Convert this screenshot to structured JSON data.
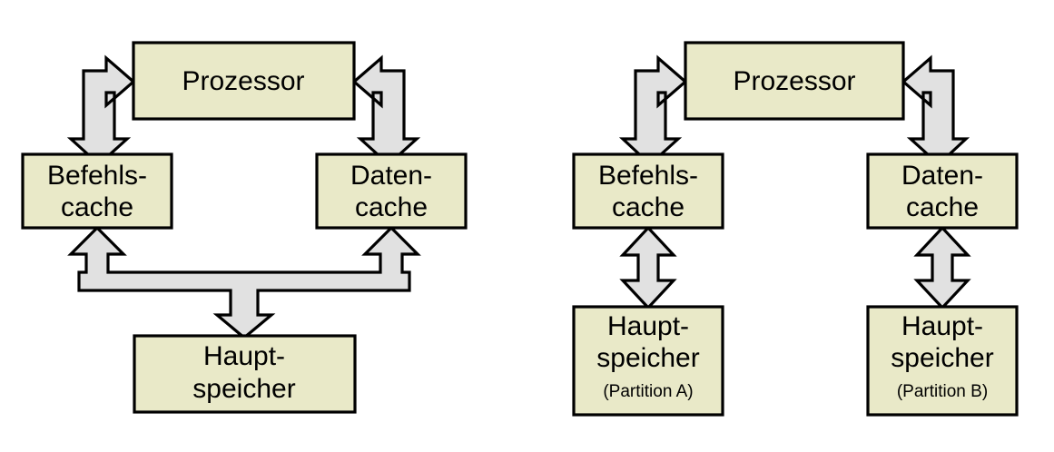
{
  "figure": {
    "type": "block-diagram",
    "background_color": "#ffffff",
    "box_fill_color": "#e9e9c8",
    "box_border_color": "#000000",
    "arrow_fill_color": "#e1e1e1",
    "arrow_border_color": "#000000"
  },
  "left_diagram": {
    "name": "harvard-architecture-shared-main-memory",
    "processor": {
      "label": "Prozessor"
    },
    "instruction_cache": {
      "line1": "Befehls-",
      "line2": "cache"
    },
    "data_cache": {
      "line1": "Daten-",
      "line2": "cache"
    },
    "main_memory": {
      "line1": "Haupt-",
      "line2": "speicher"
    },
    "connectors": [
      {
        "name": "processor-to-instruction-cache",
        "style": "bidirectional-elbow"
      },
      {
        "name": "processor-to-data-cache",
        "style": "bidirectional-elbow"
      },
      {
        "name": "caches-to-main-memory-bus",
        "style": "three-headed-bus"
      }
    ]
  },
  "right_diagram": {
    "name": "harvard-architecture-partitioned-main-memory",
    "processor": {
      "label": "Prozessor"
    },
    "instruction_cache": {
      "line1": "Befehls-",
      "line2": "cache"
    },
    "data_cache": {
      "line1": "Daten-",
      "line2": "cache"
    },
    "main_memory_a": {
      "line1": "Haupt-",
      "line2": "speicher",
      "line3": "(Partition A)"
    },
    "main_memory_b": {
      "line1": "Haupt-",
      "line2": "speicher",
      "line3": "(Partition B)"
    },
    "connectors": [
      {
        "name": "processor-to-instruction-cache",
        "style": "bidirectional-elbow"
      },
      {
        "name": "processor-to-data-cache",
        "style": "bidirectional-elbow"
      },
      {
        "name": "instruction-cache-to-memory-a",
        "style": "bidirectional-vertical"
      },
      {
        "name": "data-cache-to-memory-b",
        "style": "bidirectional-vertical"
      }
    ]
  }
}
